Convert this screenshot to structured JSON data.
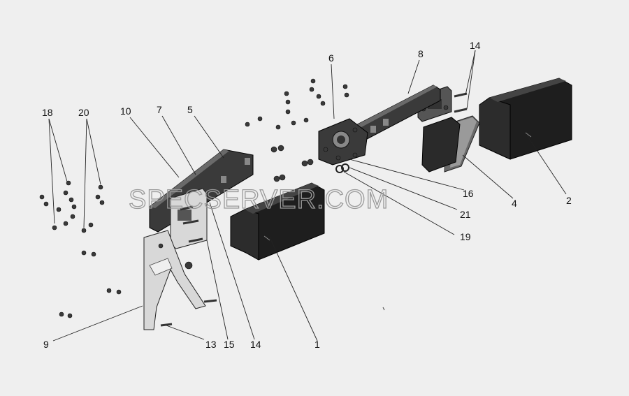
{
  "watermark": "SPECSERVER.COM",
  "callouts": [
    {
      "id": "1",
      "label": "1"
    },
    {
      "id": "2",
      "label": "2"
    },
    {
      "id": "4",
      "label": "4"
    },
    {
      "id": "5",
      "label": "5"
    },
    {
      "id": "6",
      "label": "6"
    },
    {
      "id": "7",
      "label": "7"
    },
    {
      "id": "8",
      "label": "8"
    },
    {
      "id": "9",
      "label": "9"
    },
    {
      "id": "10",
      "label": "10"
    },
    {
      "id": "13",
      "label": "13"
    },
    {
      "id": "14a",
      "label": "14"
    },
    {
      "id": "14b",
      "label": "14"
    },
    {
      "id": "15",
      "label": "15"
    },
    {
      "id": "16",
      "label": "16"
    },
    {
      "id": "18",
      "label": "18"
    },
    {
      "id": "19",
      "label": "19"
    },
    {
      "id": "20",
      "label": "20"
    },
    {
      "id": "21",
      "label": "21"
    }
  ]
}
